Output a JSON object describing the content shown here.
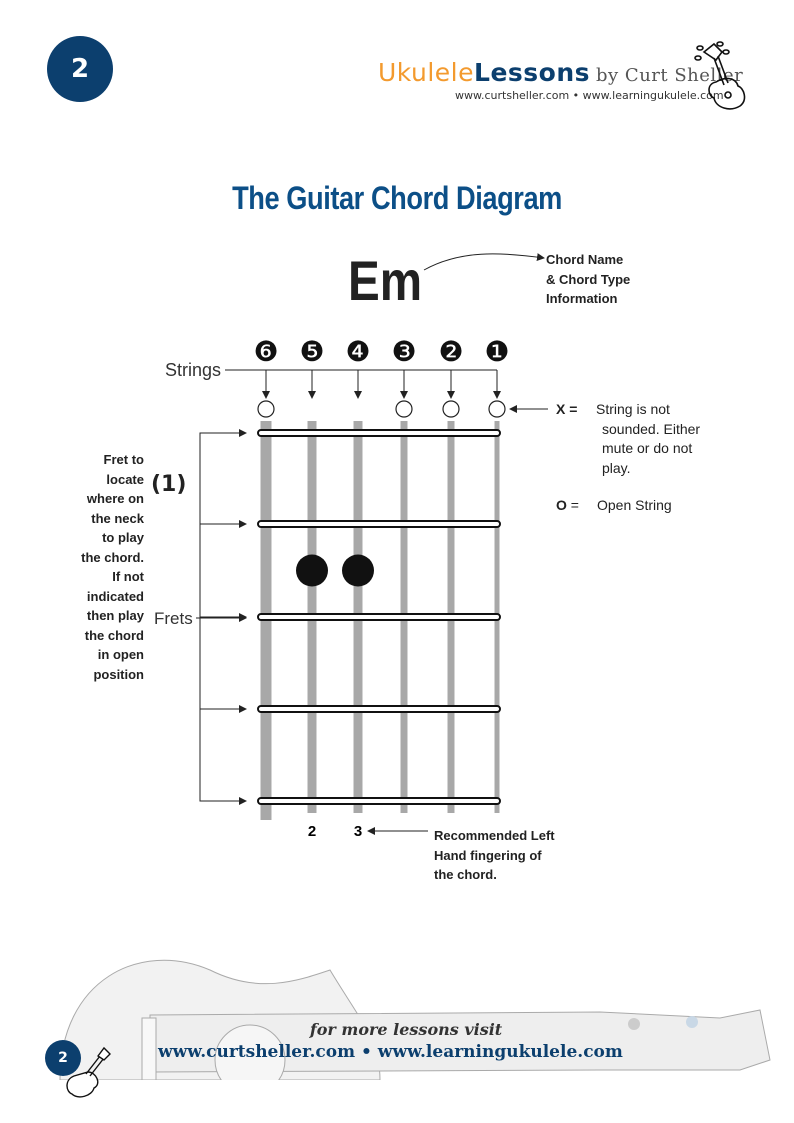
{
  "page_number": "2",
  "header": {
    "logo_part1": "Ukulele",
    "logo_part2": "Lessons",
    "logo_part3": "by Curt Sheller",
    "urls": "www.curtsheller.com • www.learningukulele.com"
  },
  "title": "The Guitar Chord Diagram",
  "chord": {
    "name": "Em",
    "name_note_lines": [
      "Chord Name",
      "& Chord Type",
      "Information"
    ]
  },
  "strings_label": "Strings",
  "frets_label": "Frets",
  "string_numbers": [
    "❻",
    "❺",
    "❹",
    "❸",
    "❷",
    "❶"
  ],
  "open_strings": [
    true,
    false,
    false,
    true,
    true,
    true
  ],
  "dots": [
    {
      "string": 5,
      "fret": 2
    },
    {
      "string": 4,
      "fret": 2
    }
  ],
  "fret_position": "(1)",
  "fret_note_lines": [
    "Fret to",
    "locate",
    "where on",
    "the neck",
    "to play",
    "the chord.",
    "If not",
    "indicated",
    "then play",
    "the chord",
    "in open",
    "position"
  ],
  "legend": {
    "x_symbol": "X =",
    "x_text_lines": [
      "String is not",
      "sounded. Either",
      "mute or do not",
      "play."
    ],
    "o_symbol": "O",
    "o_eq": "=",
    "o_text": "Open String"
  },
  "fingering": [
    "2",
    "3"
  ],
  "fingering_note_lines": [
    "Recommended Left",
    "Hand fingering of",
    "the chord."
  ],
  "footer": {
    "visit": "for more lessons visit",
    "urls": "www.curtsheller.com • www.learningukulele.com",
    "page_number": "2"
  }
}
